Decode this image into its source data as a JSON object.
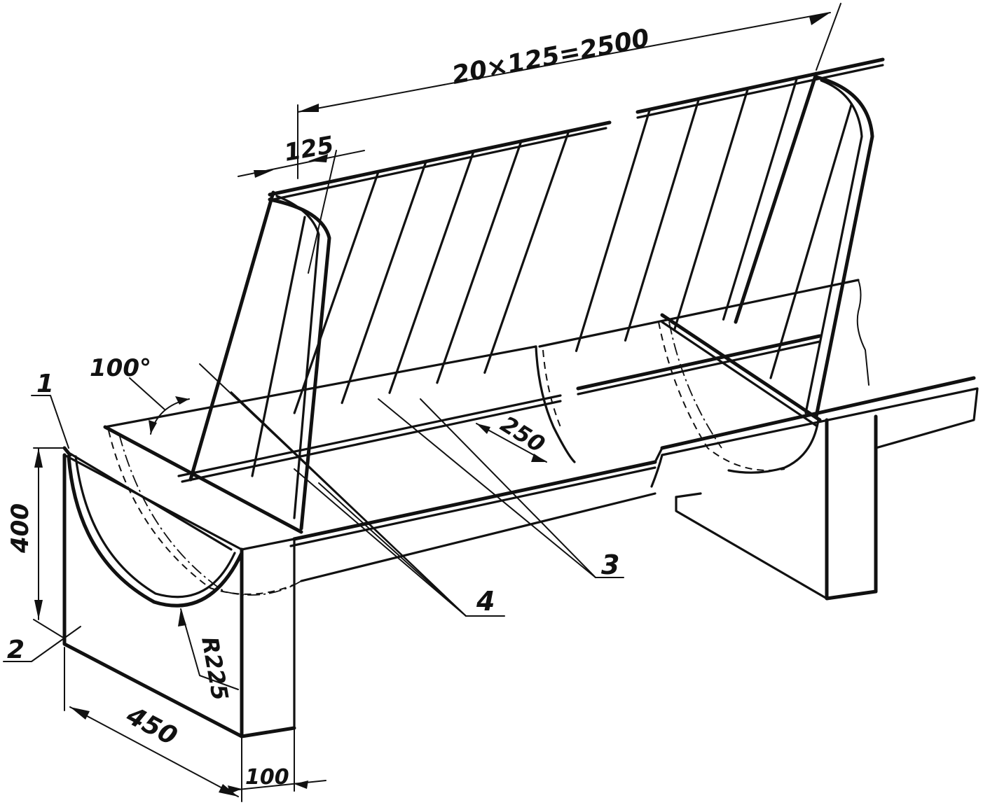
{
  "dimensions": {
    "total_length": "20×125=2500",
    "rod_spacing": "125",
    "angle": "100°",
    "leg_spacing": "250",
    "height": "400",
    "radius": "R225",
    "width": "450",
    "thickness": "100"
  },
  "callouts": {
    "part_1": "1",
    "part_2": "2",
    "part_3": "3",
    "part_4": "4"
  },
  "colors": {
    "ink": "#111111",
    "paper": "#ffffff"
  }
}
